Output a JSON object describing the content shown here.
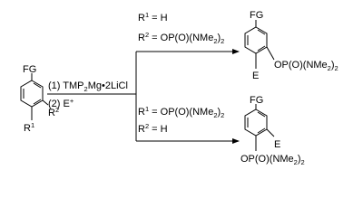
{
  "start": {
    "fg": "FG",
    "r2": "R",
    "r2_sup": "2",
    "r1": "R",
    "r1_sup": "1"
  },
  "reagents": {
    "step1_pre": "(1) TMP",
    "step1_sub": "2",
    "step1_post": "Mg•2LiCl",
    "step2_pre": "(2) E",
    "step2_sup": "+"
  },
  "top_branch": {
    "cond1_pre": "R",
    "cond1_sup": "1",
    "cond1_post": " = H",
    "cond2_pre": "R",
    "cond2_sup": "2",
    "cond2_post": " = OP(O)(NMe",
    "cond2_sub": "2",
    "cond2_end": ")",
    "cond2_end_sub": "2"
  },
  "bottom_branch": {
    "cond1_pre": "R",
    "cond1_sup": "1",
    "cond1_post": " = OP(O)(NMe",
    "cond1_sub": "2",
    "cond1_end": ")",
    "cond1_end_sub": "2",
    "cond2_pre": "R",
    "cond2_sup": "2",
    "cond2_post": " = H"
  },
  "product_top": {
    "fg": "FG",
    "sub_pre": "OP(O)(NMe",
    "sub_sub": "2",
    "sub_end": ")",
    "sub_end_sub": "2",
    "e": "E"
  },
  "product_bottom": {
    "fg": "FG",
    "e": "E",
    "sub_pre": "OP(O)(NMe",
    "sub_sub": "2",
    "sub_end": ")",
    "sub_end_sub": "2"
  }
}
